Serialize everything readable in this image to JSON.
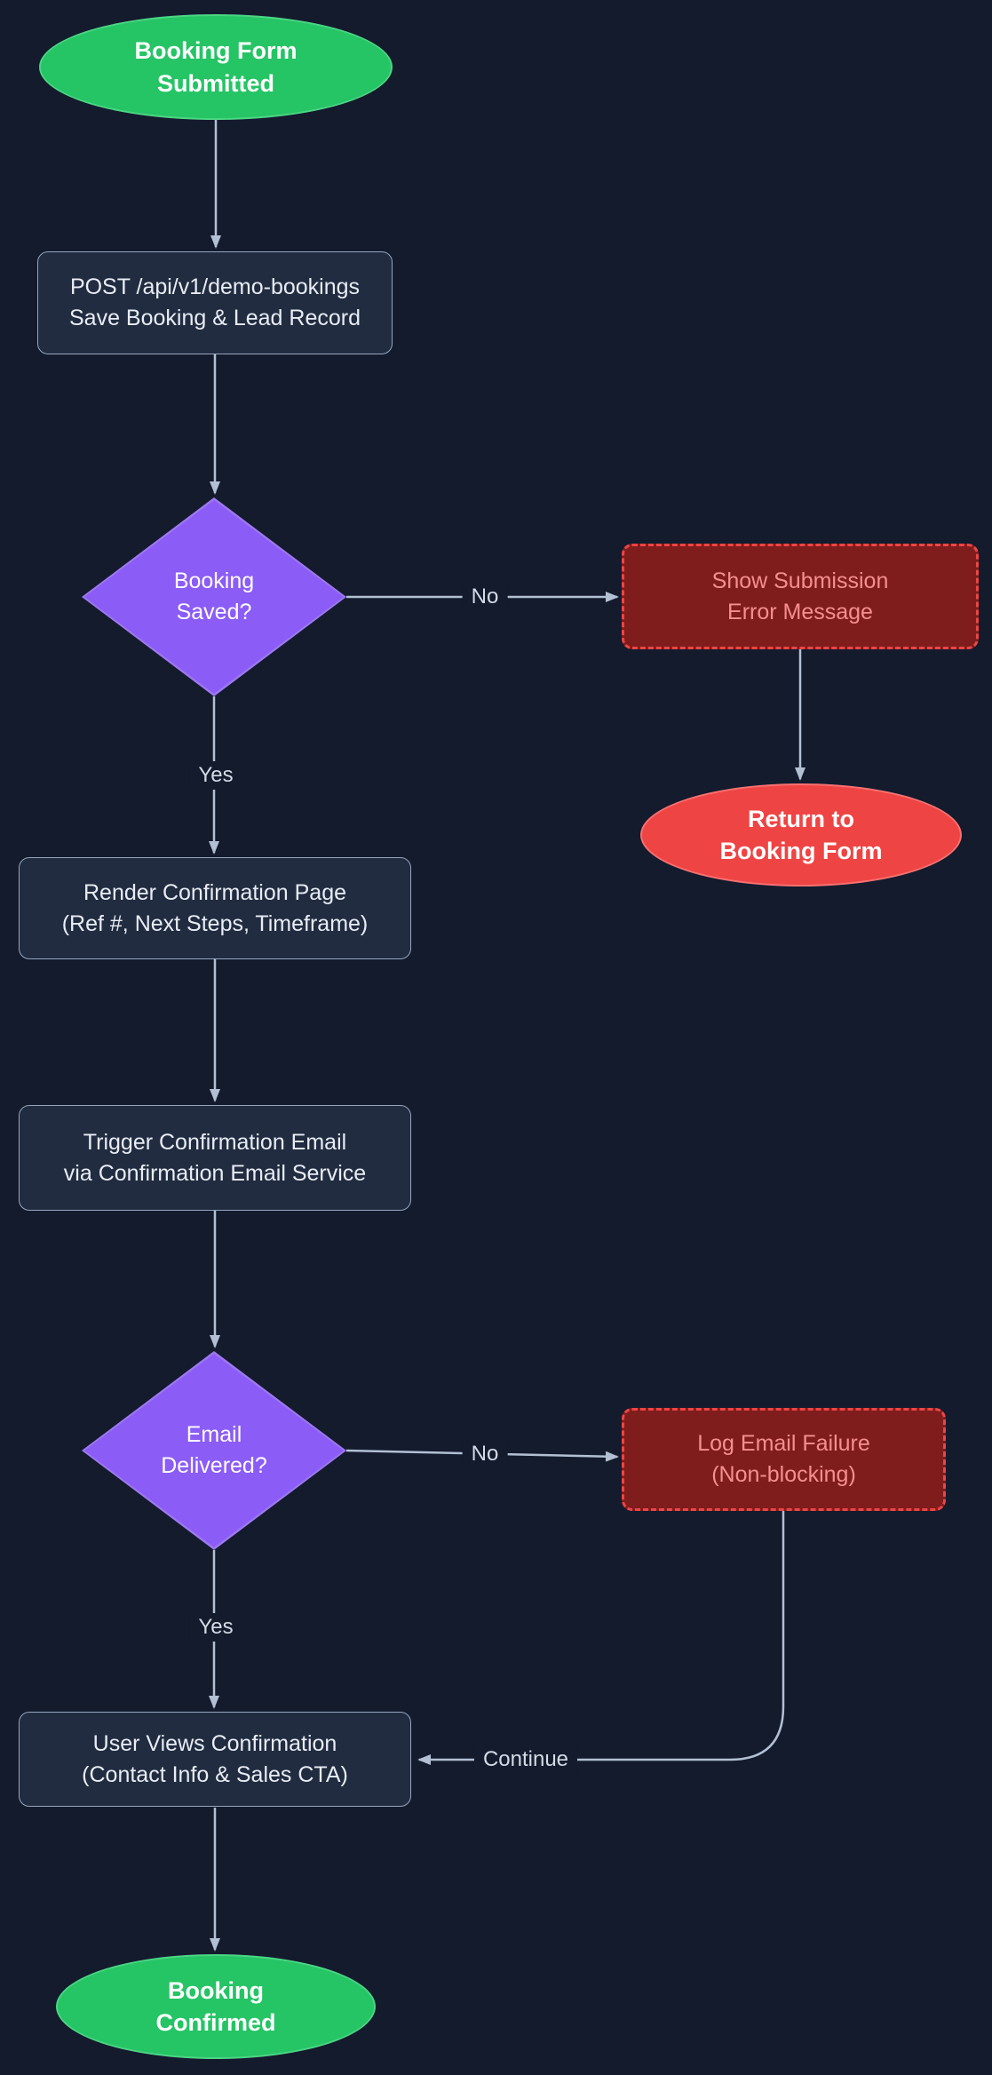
{
  "diagram": {
    "nodes": {
      "start": {
        "lines": [
          "Booking Form",
          "Submitted"
        ]
      },
      "post": {
        "lines": [
          "POST /api/v1/demo-bookings",
          "Save Booking & Lead Record"
        ]
      },
      "booking_saved": {
        "lines": [
          "Booking",
          "Saved?"
        ]
      },
      "show_error": {
        "lines": [
          "Show Submission",
          "Error Message"
        ]
      },
      "return_form": {
        "lines": [
          "Return to",
          "Booking Form"
        ]
      },
      "render_page": {
        "lines": [
          "Render Confirmation Page",
          "(Ref #, Next Steps, Timeframe)"
        ]
      },
      "trigger_email": {
        "lines": [
          "Trigger Confirmation Email",
          "via Confirmation Email Service"
        ]
      },
      "email_delivered": {
        "lines": [
          "Email",
          "Delivered?"
        ]
      },
      "log_failure": {
        "lines": [
          "Log Email Failure",
          "(Non-blocking)"
        ]
      },
      "user_views": {
        "lines": [
          "User Views Confirmation",
          "(Contact Info & Sales CTA)"
        ]
      },
      "confirmed": {
        "lines": [
          "Booking",
          "Confirmed"
        ]
      }
    },
    "edge_labels": {
      "no1": "No",
      "yes1": "Yes",
      "no2": "No",
      "yes2": "Yes",
      "continue": "Continue"
    }
  },
  "colors": {
    "background": "#131b2d",
    "edge": "#b3c0d4",
    "edge_label_text": "#d4dbe6",
    "node_fill": "#212c40",
    "node_border": "#94a6bf",
    "node_text": "#e8edf5",
    "diamond_fill": "#8b5cf6",
    "diamond_border": "#9e79f0",
    "diamond_text": "#ffffff",
    "success_fill": "#25c465",
    "success_border": "#4cd584",
    "success_text": "#ffffff",
    "danger_fill": "#7f1d1d",
    "danger_border": "#ef4444",
    "danger_text": "#f58f8f",
    "end_fill": "#ef4444",
    "end_border": "#f87171",
    "end_text": "#ffffff"
  }
}
